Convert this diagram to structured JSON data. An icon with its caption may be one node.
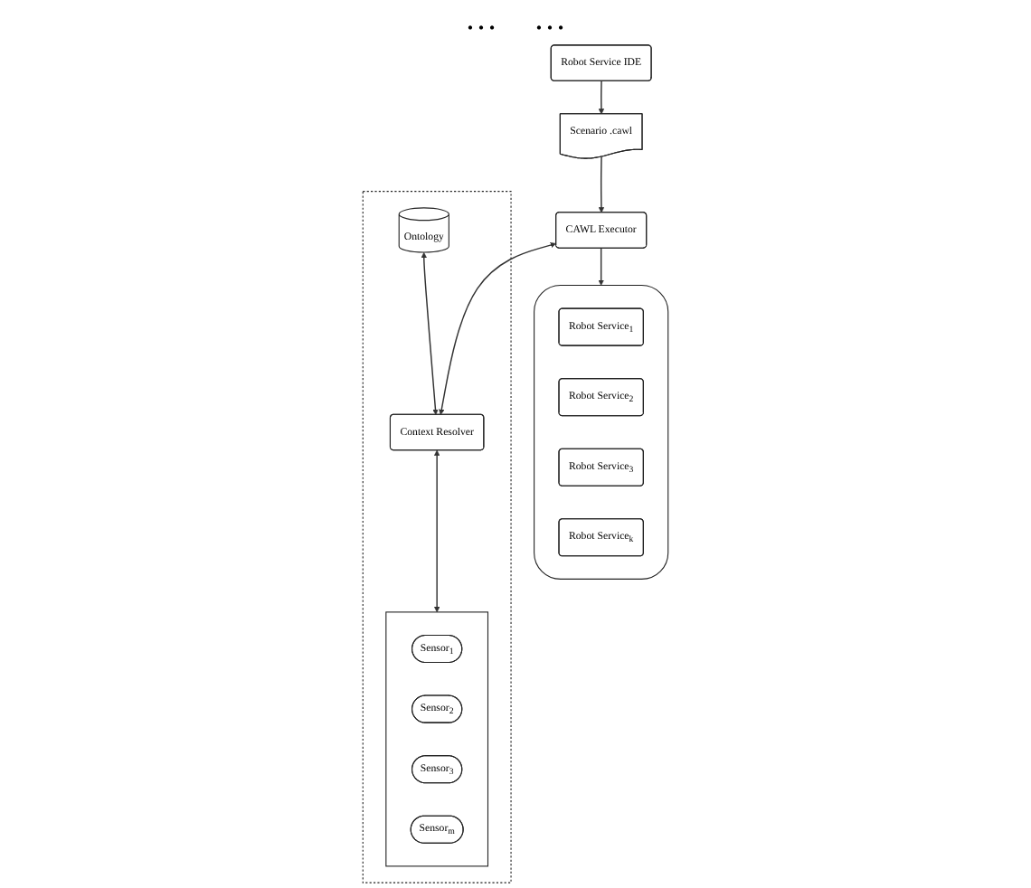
{
  "diagram": {
    "nodes": [
      {
        "text": [],
        "shape": "cloud"
      },
      {
        "text": [
          "Robot Service$_{1}$"
        ],
        "in": 0
      },
      {
        "text": [
          "Robot Service$_{2}$"
        ],
        "in": 0
      },
      {
        "text": [
          "Robot Service$_{3}$"
        ],
        "in": 0
      },
      {
        "text": [
          "Robot Service$_{k}$"
        ],
        "in": 0
      },
      {
        "text": [
          "Robot Service IDE"
        ]
      },
      {
        "text": [
          "Scenario .cawl"
        ]
      },
      {
        "text": [
          "CAWL Executor"
        ]
      },
      {
        "text": [],
        "shape": "box"
      },
      {
        "text": [
          "Ontology"
        ],
        "in": 8
      },
      {
        "text": [
          "Context Resolver"
        ],
        "in": 8
      },
      {
        "text": [],
        "shape": "box",
        "in": 8
      },
      {
        "text": [
          "Sensor$_{1}$"
        ],
        "in": 11
      },
      {
        "text": [
          "Sensor$_{2}$"
        ],
        "in": 11
      },
      {
        "text": [
          "Sensor$_{3}$"
        ],
        "in": 11
      },
      {
        "text": [
          "Sensor$_{m}$"
        ],
        "in": 11
      }
    ],
    "edges": [
      {
        "from": 5,
        "to": 6,
        "arrow": "to"
      },
      {
        "from": 6,
        "to": 7,
        "arrow": "to"
      },
      {
        "from": 7,
        "to": 0,
        "arrow": "to"
      },
      {
        "from": 7,
        "to": 10,
        "arrow": "both"
      },
      {
        "from": 9,
        "to": 10,
        "arrow": "both"
      },
      {
        "from": 10,
        "to": 11,
        "arrow": "both"
      }
    ],
    "labels": [
      "…",
      "…"
    ]
  }
}
